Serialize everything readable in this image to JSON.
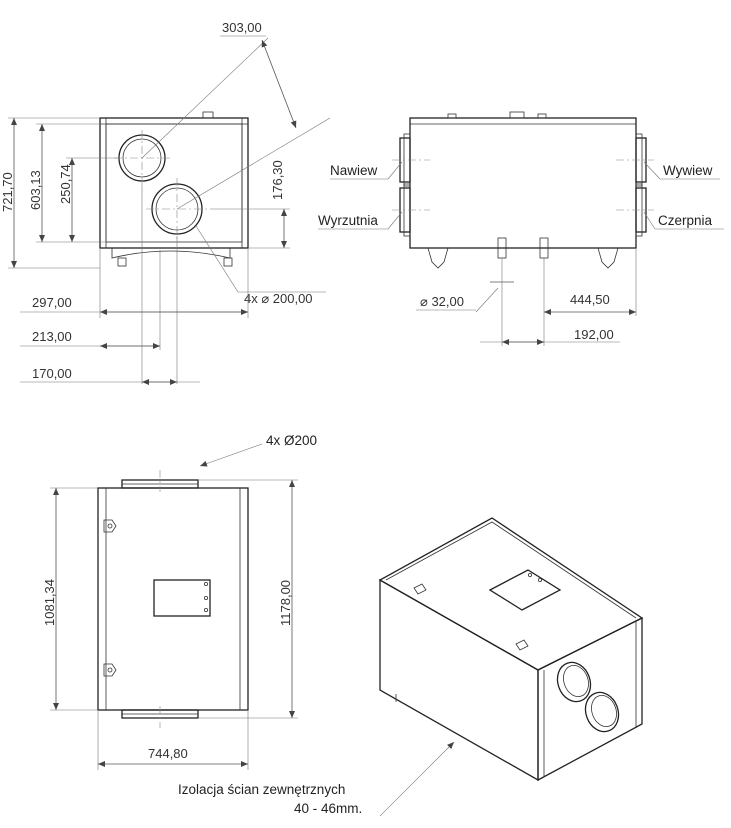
{
  "front_view": {
    "diag_dim": "303,00",
    "height_total": "721,70",
    "height_inner": "603,13",
    "height_upper_spigot": "250,74",
    "height_lower_spigot": "176,30",
    "spigot_diameter": "4x ⌀ 200,00",
    "horiz_1": "297,00",
    "horiz_2": "213,00",
    "horiz_3": "170,00"
  },
  "side_view": {
    "nawiew": "Nawiew",
    "wyrzutnia": "Wyrzutnia",
    "wywiew": "Wywiew",
    "czerpnia": "Czerpnia",
    "drain_diameter": "⌀ 32,00",
    "dist_right": "444,50",
    "dist_right_2": "192,00"
  },
  "top_view": {
    "spigots": "4x Ø200",
    "length_inner": "1081,34",
    "length_total": "1178,00",
    "width": "744,80"
  },
  "iso_view": {
    "note_line1": "Izolacja ścian zewnętrznych",
    "note_line2": "40 - 46mm."
  }
}
